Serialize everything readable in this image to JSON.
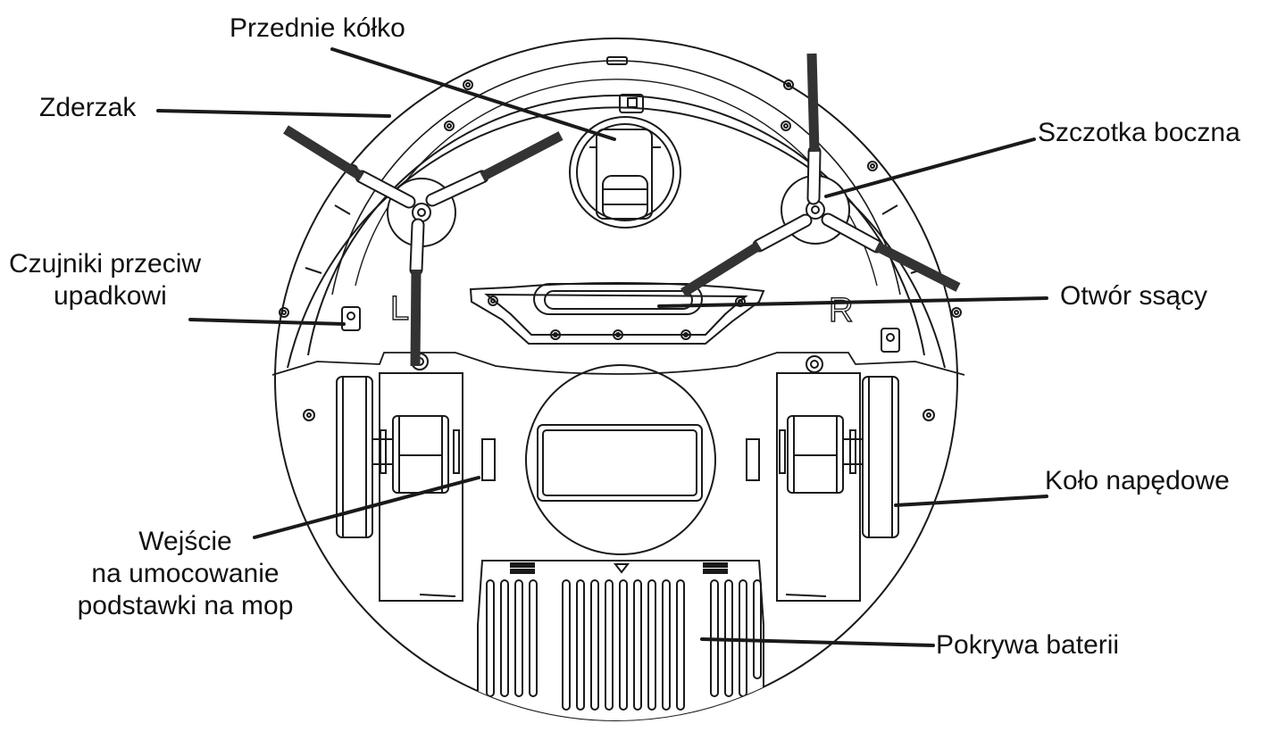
{
  "diagram": {
    "side_left": "L",
    "side_right": "R",
    "labels": {
      "front_wheel": "Przednie kółko",
      "bumper": "Zderzak",
      "side_brush": "Szczotka boczna",
      "cliff_sensors_line1": "Czujniki przeciw",
      "cliff_sensors_line2": "upadkowi",
      "suction_opening": "Otwór ssący",
      "drive_wheel": "Koło napędowe",
      "mop_slot_line1": "Wejście",
      "mop_slot_line2": "na umocowanie",
      "mop_slot_line3": "podstawki na mop",
      "battery_cover": "Pokrywa baterii"
    }
  }
}
